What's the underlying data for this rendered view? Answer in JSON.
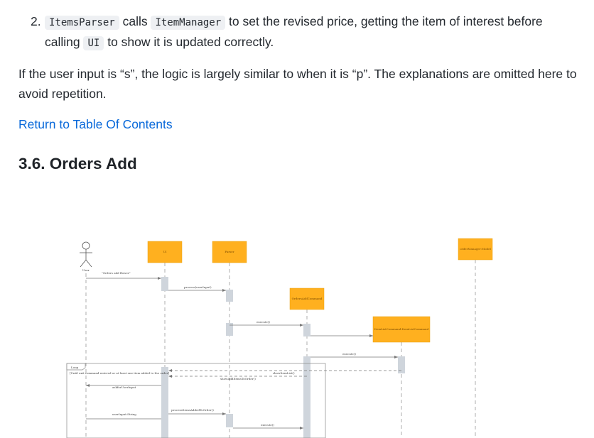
{
  "list_item": {
    "number": "2.",
    "code1": "ItemsParser",
    "text1": " calls ",
    "code2": "ItemManager",
    "text2": " to set the revised price, getting the item of interest before calling ",
    "code3": "UI",
    "text3": " to show it is updated correctly."
  },
  "paragraph": "If the user input is “s”, the logic is largely similar to when it is “p”. The explanations are omitted here to avoid repetition.",
  "toc_link": "Return to Table Of Contents",
  "heading": "3.6. Orders Add",
  "diagram": {
    "user_label": "User",
    "participants": [
      "UI",
      "Parser",
      "OrdersAddCommand",
      "ItemListCommand:ItemListCommand",
      "orderManager:Model"
    ],
    "messages": {
      "m1": "\"Orders add flower\"",
      "m2": "process(userInput)",
      "m3": "execute()",
      "m4": "execute()",
      "m5": "showItemList()",
      "m6": "showAddItemsToOrder()",
      "m7": "askforUserInput",
      "m8": "processItemsAddedToOrder()",
      "m9": "userInput:String",
      "m10": "execute()"
    },
    "loop_label": "Loop",
    "loop_guard": "[Until exit command entered or at least one item added to the order]"
  },
  "colors": {
    "link": "#0969da",
    "participant": "#ffb01f",
    "activation": "#cfd5dc"
  }
}
